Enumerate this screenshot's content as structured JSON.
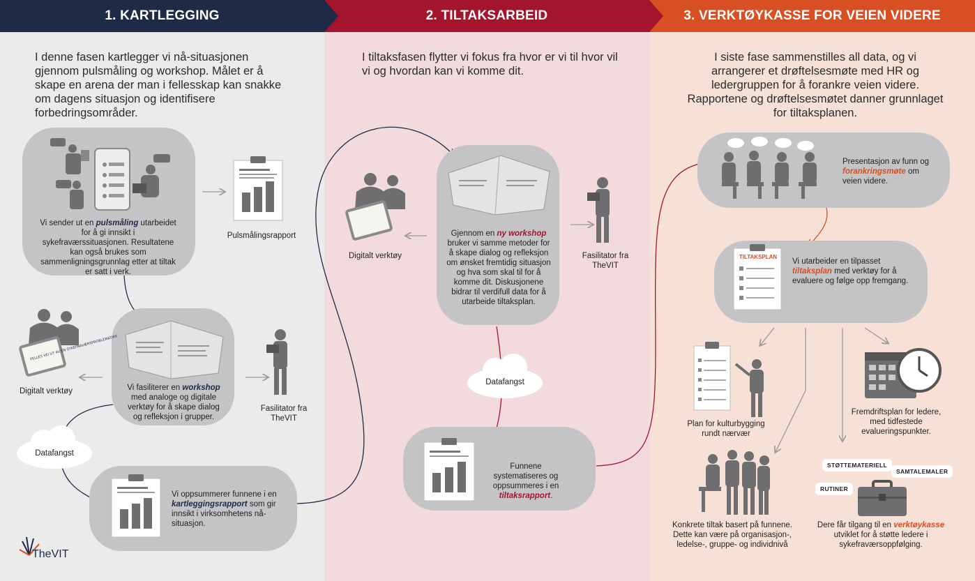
{
  "phases": [
    {
      "title": "1. KARTLEGGING",
      "color": "#1f2a47",
      "intro": "I denne fasen kartlegger vi nå-situasjonen gjennom pulsmåling og workshop. Målet er å skape en arena der man i fellesskap kan snakke om dagens situasjon og identifisere forbedringsområder."
    },
    {
      "title": "2. TILTAKSARBEID",
      "color": "#a3142d",
      "intro": "I tiltaksfasen flytter vi fokus fra hvor er vi til hvor vil vi og hvordan kan vi komme dit."
    },
    {
      "title": "3. VERKTØYKASSE FOR VEIEN VIDERE",
      "color": "#d94f24",
      "intro": "I siste fase sammenstilles all data, og vi arrangerer et drøftelsesmøte med HR og ledergruppen for å forankre veien videre. Rapportene og drøftelsesmøtet danner grunnlaget for tiltaksplanen."
    }
  ],
  "phase1": {
    "pulse": {
      "pre": "Vi sender ut en ",
      "em": "pulsmåling",
      "post": " utarbeidet for å gi innsikt i sykefraværssituasjonen. Resultatene kan også brukes som sammenligningsgrunnlag etter at tiltak er satt i verk."
    },
    "pulse_report_label": "Pulsmålingsrapport",
    "digital_tool_label": "Digitalt verktøy",
    "workshop": {
      "pre": "Vi fasiliterer en ",
      "em": "workshop",
      "post": " med analoge og digitale verktøy for å skape dialog og refleksjon i grupper."
    },
    "facilitator_label": "Fasilitator fra TheVIT",
    "datafangst_label": "Datafangst",
    "summary": {
      "pre": "Vi oppsummerer funnene i en ",
      "em": "kartleggingsrapport",
      "post": " som gir innsikt i virksomhetens nå-situasjon."
    },
    "logo_text": "TheVIT"
  },
  "phase2": {
    "digital_tool_label": "Digitalt verktøy",
    "workshop": {
      "pre": "Gjennom en ",
      "em": "ny workshop",
      "post": " bruker vi samme metoder for å skape dialog og refleksjon om ønsket fremtidig situasjon og hva som skal til for å komme dit. Diskusjonene bidrar til verdifull data for å utarbeide tiltaksplan."
    },
    "facilitator_label": "Fasilitator fra TheVIT",
    "datafangst_label": "Datafangst",
    "findings": {
      "pre": "Funnene systematiseres og oppsummeres i en ",
      "em": "tiltaksrapport",
      "post": "."
    }
  },
  "phase3": {
    "meeting": {
      "pre": "Presentasjon av funn og ",
      "em": "forankringsmøte",
      "post": " om veien videre."
    },
    "plan_doc_title": "TILTAKSPLAN",
    "plan": {
      "pre": "Vi utarbeider en tilpasset ",
      "em": "tiltaksplan",
      "post": " med verktøy for å evaluere og følge opp fremgang."
    },
    "culture_label": "Plan for kulturbygging rundt nærvær",
    "progress_label": "Fremdriftsplan for ledere, med tidfestede evalueringspunkter.",
    "concrete_label": "Konkrete tiltak basert på funnene. Dette kan være på organisasjon-, ledelse-, gruppe- og individnivå",
    "toolbox": {
      "pre": "Dere får tilgang til en ",
      "em": "verktøykasse",
      "post": " utviklet for å støtte ledere i sykefraværsoppfølging."
    },
    "tags": [
      "STØTTEMATERIELL",
      "SAMTALEMALER",
      "RUTINER"
    ]
  },
  "workbook_caption": "FELLES VEI UT AV EN SYKEFRAVÆRSPROBLEMATIKK"
}
